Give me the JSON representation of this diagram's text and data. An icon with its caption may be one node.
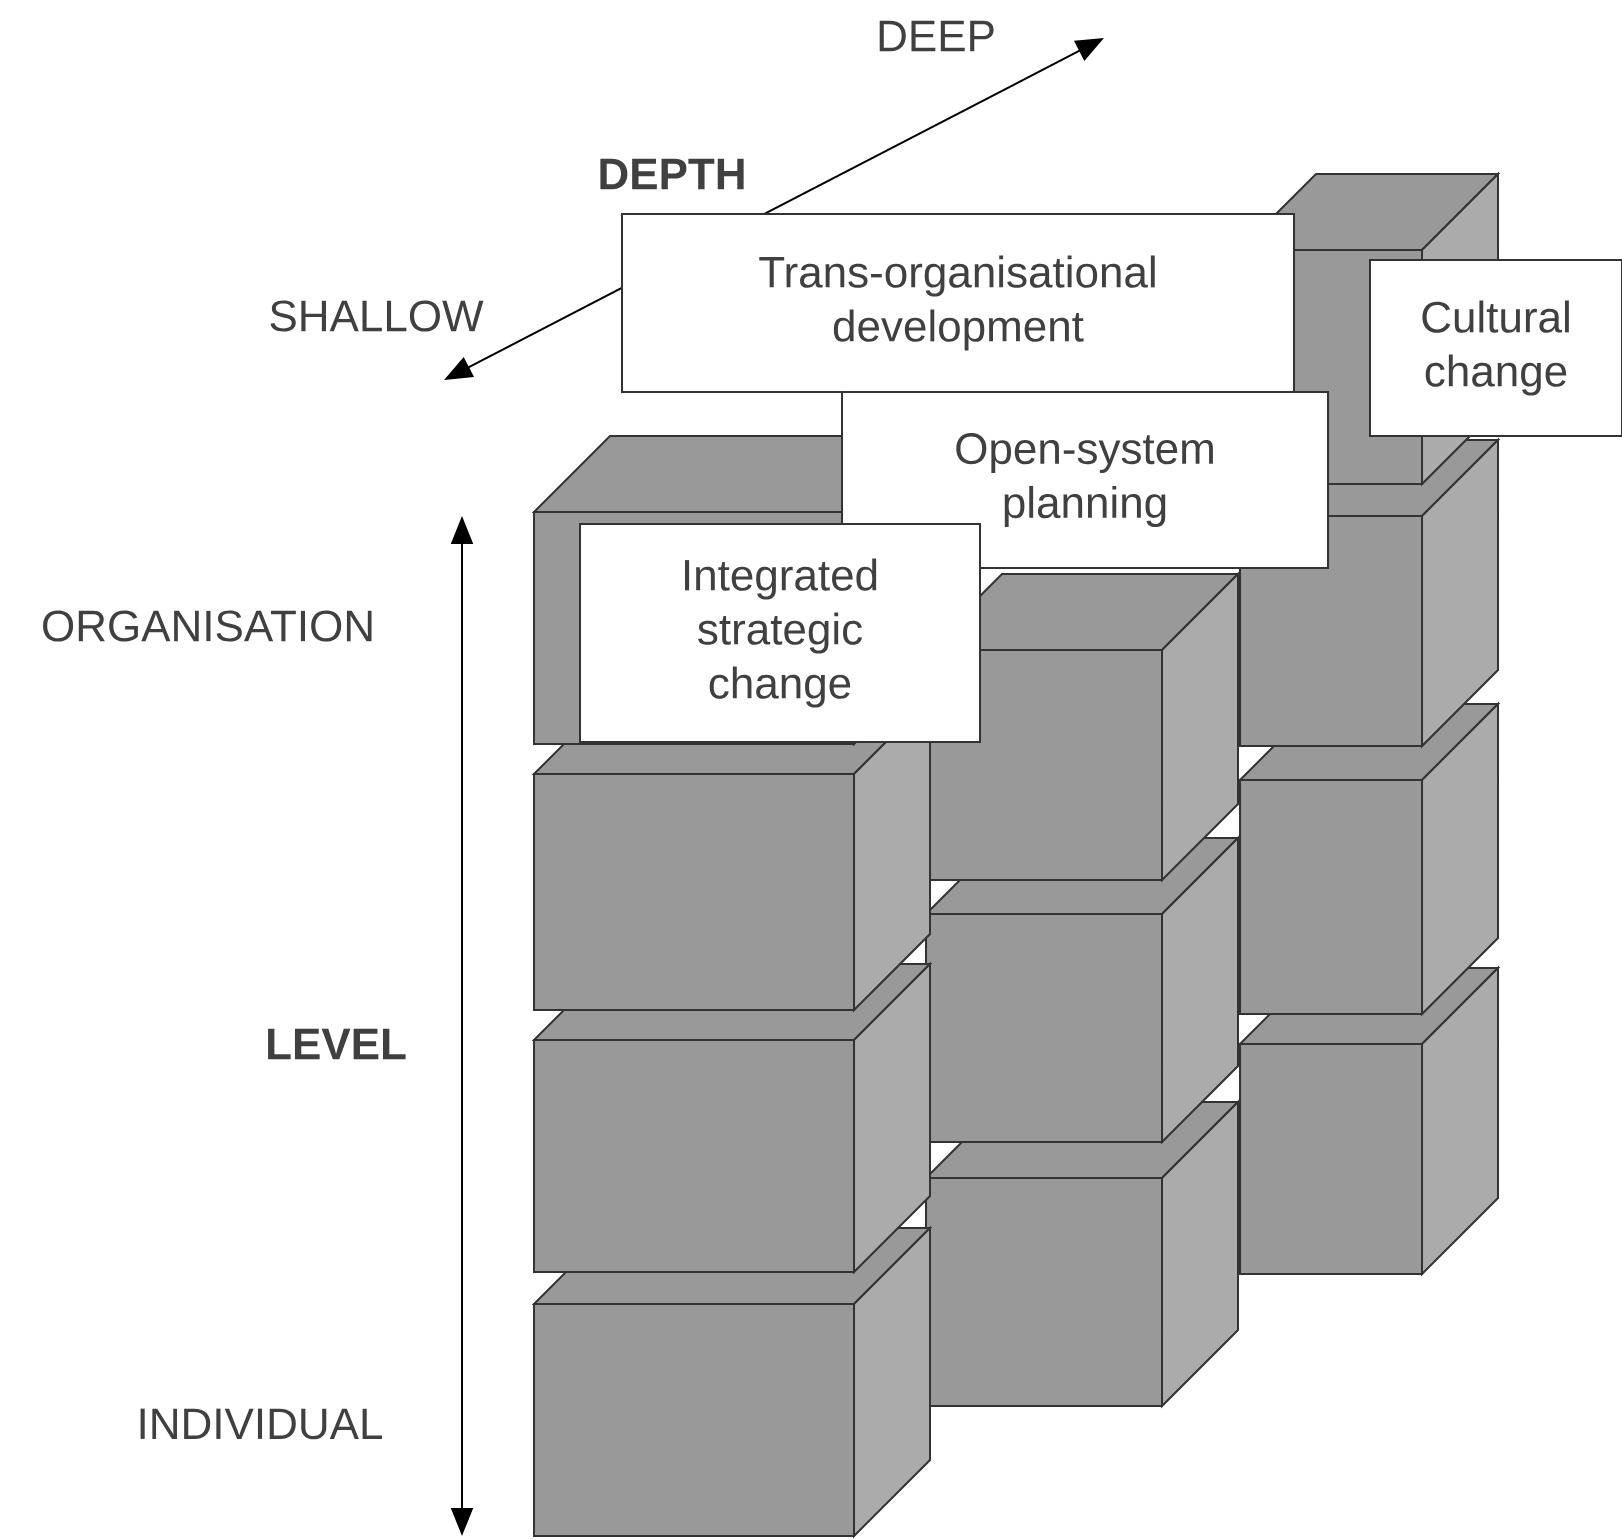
{
  "diagram": {
    "nodes": [
      {
        "text": [
          "Trans-organisational development"
        ]
      },
      {
        "text": [
          "Cultural change"
        ]
      },
      {
        "text": [
          "Open-system planning"
        ]
      },
      {
        "text": [
          "Integrated strategic change"
        ]
      }
    ],
    "labels": [
      "DEEP",
      "DEPTH",
      "SHALLOW",
      "ORGANISATION",
      "LEVEL",
      "INDIVIDUAL"
    ]
  }
}
